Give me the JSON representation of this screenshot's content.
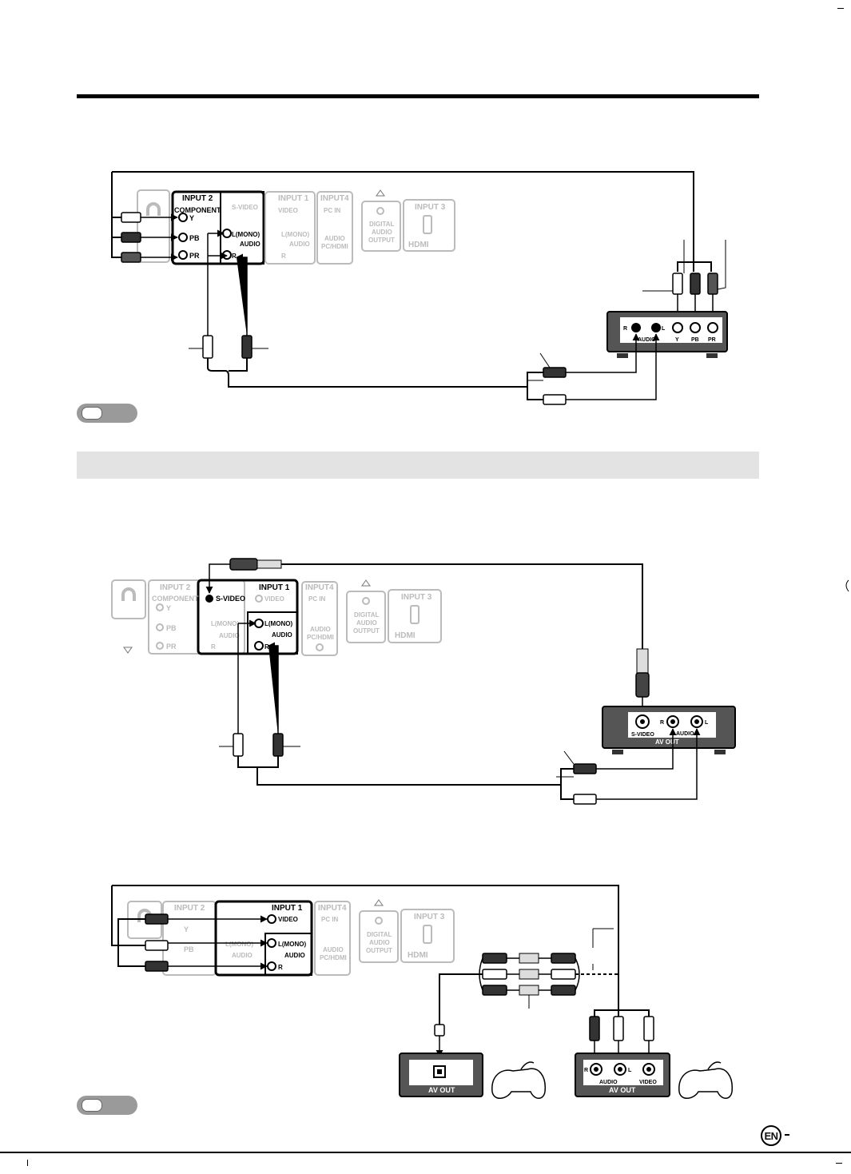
{
  "panel": {
    "input2": "INPUT 2",
    "component": "COMPONENT",
    "y": "Y",
    "pb": "PB",
    "pr": "PR",
    "svideo": "S-VIDEO",
    "input1": "INPUT 1",
    "video": "VIDEO",
    "lmono": "L(MONO)",
    "audio": "AUDIO",
    "r": "R",
    "input4": "INPUT4",
    "pcin": "PC IN",
    "audio_pchdmi_1": "AUDIO",
    "audio_pchdmi_2": "PC/HDMI",
    "digital": "DIGITAL",
    "digital_audio": "AUDIO",
    "output": "OUTPUT",
    "input3": "INPUT 3",
    "hdmi": "HDMI"
  },
  "devices": {
    "component_jacks": [
      "R",
      "L",
      "Y",
      "PB",
      "PR"
    ],
    "component_audio": "AUDIO",
    "svideo_jacks": [
      "S-VIDEO",
      "R",
      "L"
    ],
    "svideo_audio": "AUDIO",
    "svideo_avout": "AV OUT",
    "game1_avout": "AV OUT",
    "game2_jacks": [
      "R",
      "L",
      "VIDEO"
    ],
    "game2_audio": "AUDIO",
    "game2_avout": "AV OUT"
  },
  "footer": {
    "lang_badge": "EN"
  },
  "colors": {
    "rule": "#000000",
    "band": "#e3e3e3",
    "note": "#9a9a9a"
  }
}
